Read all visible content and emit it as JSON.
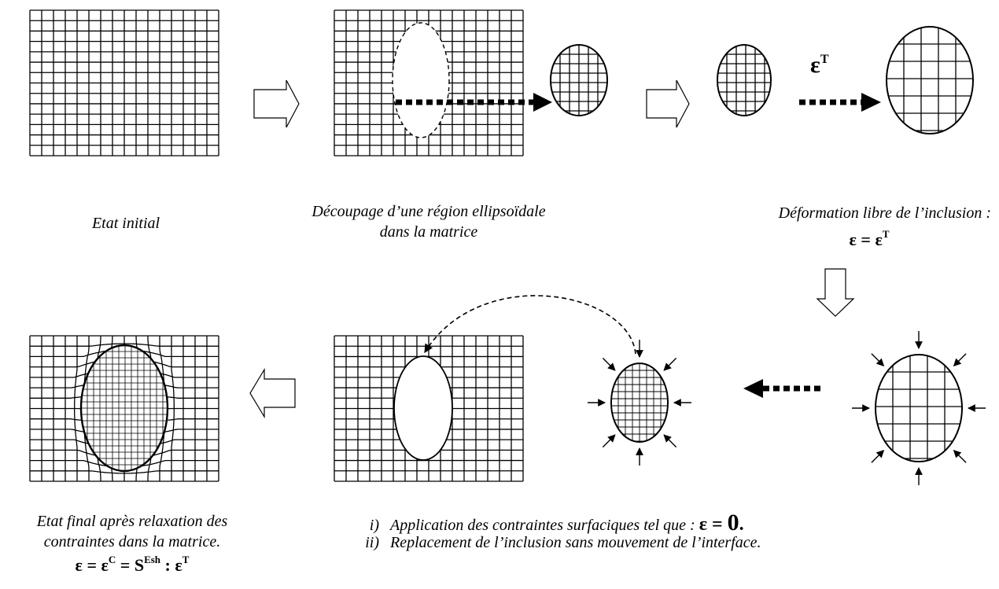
{
  "captions": {
    "initial": "Etat initial",
    "cutout_line1": "Découpage d’une région ellipsoïdale",
    "cutout_line2": "dans la matrice",
    "free_strain": "Déformation libre de l’inclusion :",
    "final_line1": "Etat final après relaxation des",
    "final_line2": "contraintes dans la matrice."
  },
  "equations": {
    "arrow_label": {
      "symbol": "ε",
      "sup": "T"
    },
    "free": {
      "lhs": "ε",
      "rel": " = ",
      "rhs": "ε",
      "rhs_sup": "T"
    },
    "final": {
      "lhs": "ε",
      "rel1": " = ",
      "c": "ε",
      "c_sup": "C",
      "rel2": " = ",
      "s": "S",
      "s_sup": "Esh",
      "op": " : ",
      "t": "ε",
      "t_sup": "T"
    }
  },
  "notes": {
    "item1_num": "i)",
    "item1_text": "Application des contraintes surfaciques tel que : ",
    "item1_math_lhs": "ε = ",
    "item1_math_rhs": "0",
    "item1_end": ".",
    "item2_num": "ii)",
    "item2_text": "Replacement de l’inclusion sans mouvement de l’interface."
  }
}
